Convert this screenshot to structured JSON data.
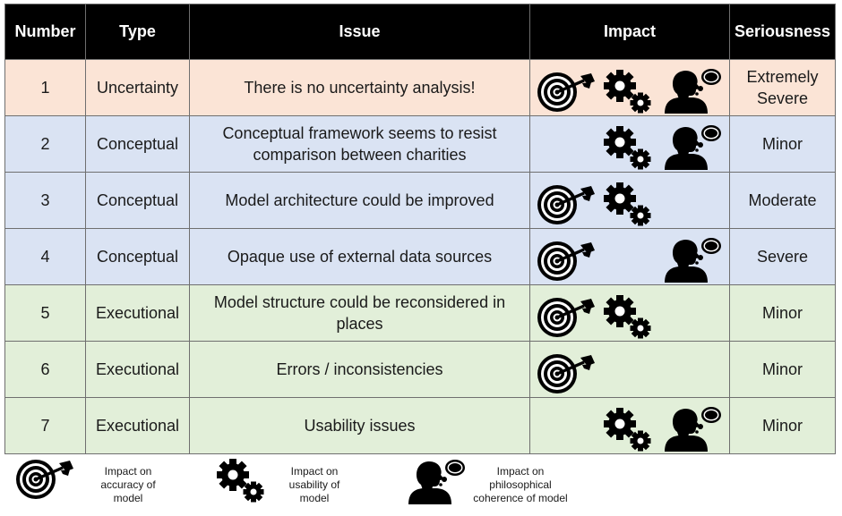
{
  "table": {
    "headers": [
      "Number",
      "Type",
      "Issue",
      "Impact",
      "Seriousness"
    ],
    "rows": [
      {
        "number": "1",
        "type": "Uncertainty",
        "issue": "There is no uncertainty analysis!",
        "impact": [
          "target-icon",
          "gears-icon",
          "thinker-icon"
        ],
        "seriousness": "Extremely Severe",
        "color": "#fbe4d6"
      },
      {
        "number": "2",
        "type": "Conceptual",
        "issue": "Conceptual framework seems to resist comparison between charities",
        "impact": [
          "gears-icon",
          "thinker-icon"
        ],
        "seriousness": "Minor",
        "color": "#dae3f3"
      },
      {
        "number": "3",
        "type": "Conceptual",
        "issue": "Model architecture could be improved",
        "impact": [
          "target-icon",
          "gears-icon"
        ],
        "seriousness": "Moderate",
        "color": "#dae3f3"
      },
      {
        "number": "4",
        "type": "Conceptual",
        "issue": "Opaque use of external data sources",
        "impact": [
          "target-icon",
          "thinker-icon"
        ],
        "seriousness": "Severe",
        "color": "#dae3f3"
      },
      {
        "number": "5",
        "type": "Executional",
        "issue": "Model structure could be reconsidered in places",
        "impact": [
          "target-icon",
          "gears-icon"
        ],
        "seriousness": "Minor",
        "color": "#e2efd9"
      },
      {
        "number": "6",
        "type": "Executional",
        "issue": "Errors / inconsistencies",
        "impact": [
          "target-icon"
        ],
        "seriousness": "Minor",
        "color": "#e2efd9"
      },
      {
        "number": "7",
        "type": "Executional",
        "issue": "Usability issues",
        "impact": [
          "gears-icon",
          "thinker-icon"
        ],
        "seriousness": "Minor",
        "color": "#e2efd9"
      }
    ]
  },
  "legend": [
    {
      "icon": "target-icon",
      "label": "Impact on\naccuracy of\nmodel"
    },
    {
      "icon": "gears-icon",
      "label": "Impact on\nusability of\nmodel"
    },
    {
      "icon": "thinker-icon",
      "label": "Impact on\nphilosophical\ncoherence of model"
    }
  ]
}
